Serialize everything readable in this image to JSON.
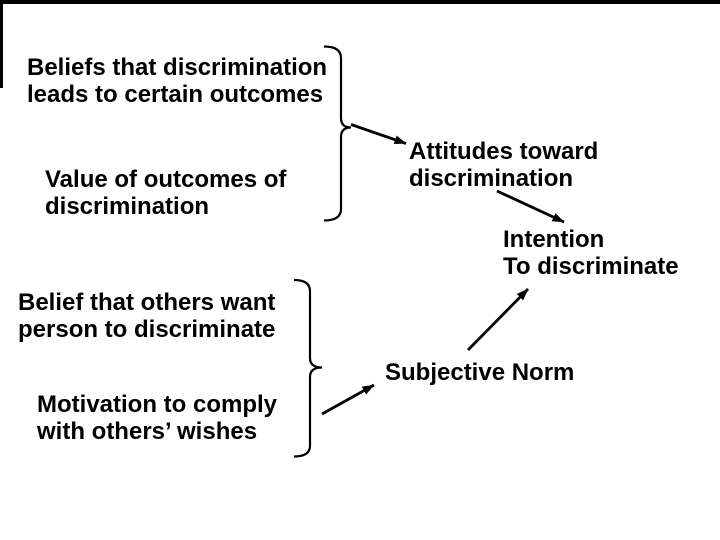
{
  "slide": {
    "colors": {
      "ink": "#000000",
      "background": "#ffffff"
    },
    "frame": {
      "top_bar": "visible",
      "left_bar": "visible"
    }
  },
  "nodes": {
    "beliefs_outcomes": {
      "line1": "Beliefs that discrimination",
      "line2": "leads to certain outcomes"
    },
    "value_outcomes": {
      "line1": "Value of outcomes of",
      "line2": "discrimination"
    },
    "attitudes": {
      "line1": "Attitudes toward",
      "line2": "discrimination"
    },
    "intention": {
      "line1": "Intention",
      "line2": "To discriminate"
    },
    "belief_others": {
      "line1": "Belief that others want",
      "line2": "person to discriminate"
    },
    "motivation": {
      "line1": "Motivation to comply",
      "line2": "with others’ wishes"
    },
    "subjective_norm": {
      "line1": "Subjective Norm"
    }
  },
  "edges": [
    {
      "type": "brace",
      "groups": [
        "beliefs_outcomes",
        "value_outcomes"
      ],
      "points_to": "attitudes"
    },
    {
      "type": "arrow",
      "from": "beliefs-value-brace",
      "to": "attitudes"
    },
    {
      "type": "arrow",
      "from": "attitudes",
      "to": "intention"
    },
    {
      "type": "brace",
      "groups": [
        "belief_others",
        "motivation"
      ],
      "points_to": "subjective_norm"
    },
    {
      "type": "arrow",
      "from": "belief-motivation-brace",
      "to": "subjective_norm"
    },
    {
      "type": "arrow",
      "from": "subjective_norm",
      "to": "intention"
    }
  ]
}
